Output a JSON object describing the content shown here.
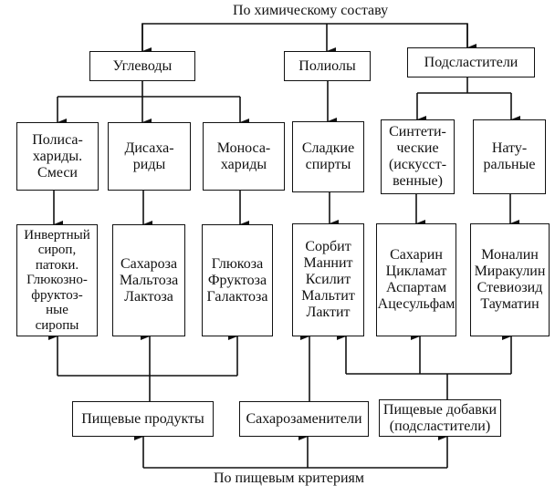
{
  "top_label": "По химическому составу",
  "bottom_label": "По пищевым критериям",
  "level1": {
    "carbs": "Углеводы",
    "polyols": "Полиолы",
    "sweeteners": "Подсластители"
  },
  "level2": {
    "polysaccharides": "Полиса-\nхариды.\nСмеси",
    "disaccharides": "Дисаха-\nриды",
    "monosaccharides": "Моноса-\nхариды",
    "sugar_alcohols": "Сладкие\nспирты",
    "synthetic": "Синтети-\nческие\n(искусст-\nвенные)",
    "natural": "Нату-\nральные"
  },
  "level3": {
    "polysaccharide_items": "Инвертный\nсироп,\nпатоки.\nГлюкозно-\nфруктоз-\nные\nсиропы",
    "disaccharide_items": "Сахароза\nМальтоза\nЛактоза",
    "monosaccharide_items": "Глюкоза\nФруктоза\nГалактоза",
    "polyol_items": "Сорбит\nМаннит\nКсилит\nМальтит\nЛактит",
    "synthetic_items": "Сахарин\nЦикламат\nАспартам\nАцесульфам",
    "natural_items": "Моналин\nМиракулин\nСтевиозид\nТауматин"
  },
  "bottom": {
    "food_products": "Пищевые продукты",
    "sugar_substitutes": "Сахарозаменители",
    "food_additives": "Пищевые добавки\n(подсластители)"
  }
}
